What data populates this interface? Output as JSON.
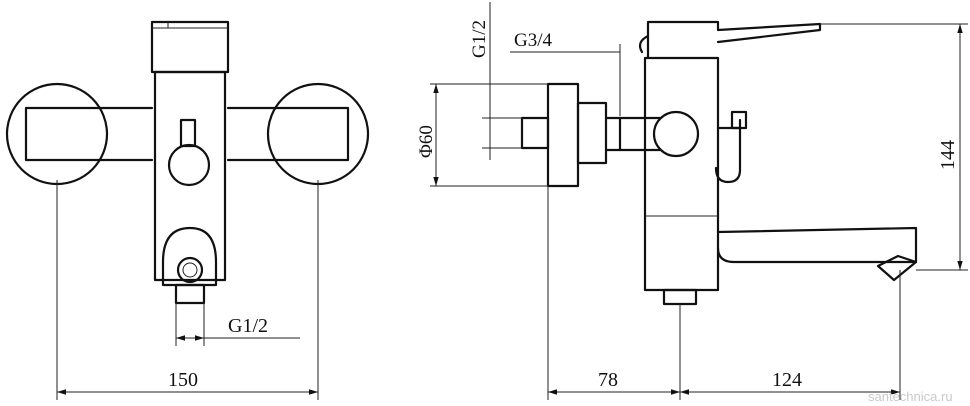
{
  "front_view": {
    "width_label": "150",
    "inlet_thread_label": "G1/2"
  },
  "side_view": {
    "outlet_thread_top_label": "G1/2",
    "thread_label": "G3/4",
    "diameter_label": "Φ60",
    "height_label": "144",
    "depth_label": "78",
    "spout_label": "124"
  },
  "watermark": "santechnica.ru"
}
